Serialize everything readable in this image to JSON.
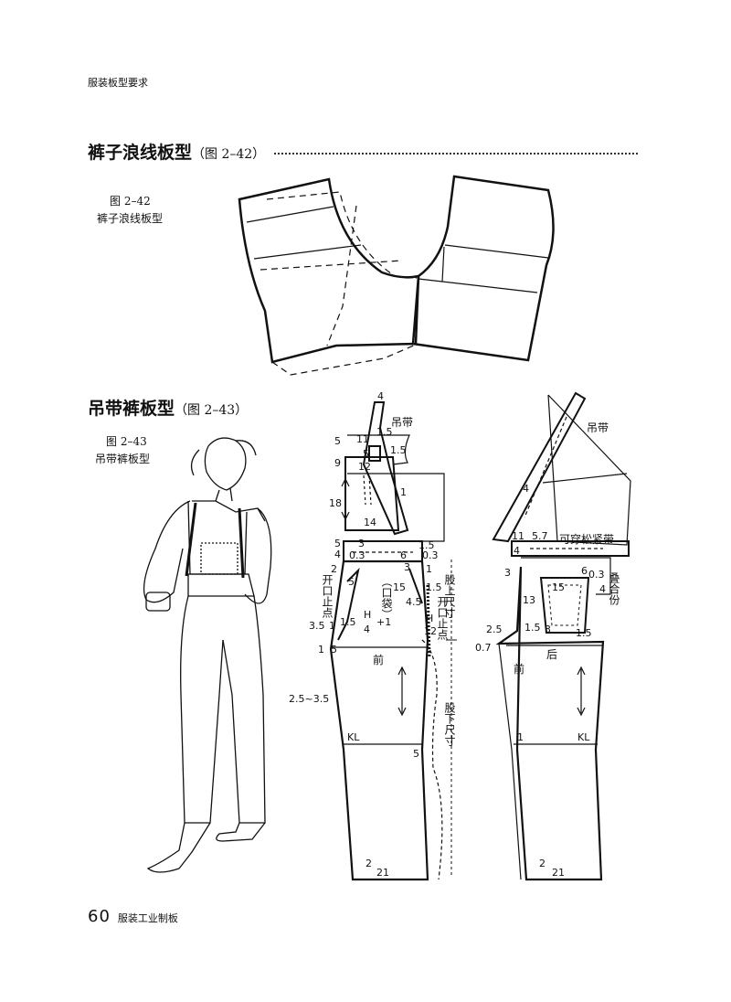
{
  "header": {
    "running_title": "服装板型要求"
  },
  "section1": {
    "title": "裤子浪线板型",
    "ref": "（图 2–42）"
  },
  "figure1": {
    "caption_num": "图 2–42",
    "caption_title": "裤子浪线板型"
  },
  "section2": {
    "title": "吊带裤板型",
    "ref": "（图 2–43）"
  },
  "figure2": {
    "caption_num": "图 2–43",
    "caption_title": "吊带裤板型",
    "front": {
      "strap": "吊带",
      "n4": "4",
      "n15a": "1.5",
      "n5a": "5",
      "n11": "11",
      "n5b": "5",
      "n15b": "1.5",
      "n9": "9",
      "n12": "12",
      "n18": "18",
      "n1": "1",
      "n14": "14",
      "n5c": "5",
      "n3": "3",
      "n4b": "4",
      "n03": "0.3",
      "n6": "6",
      "n03b": "0.3",
      "n15c": "1.5",
      "open1": "开口止点",
      "n2": "2",
      "n5d": "5",
      "pocket": "（口袋）",
      "n3b": "3",
      "n1b": "1",
      "n15d": "15",
      "n45": "4.5",
      "n15e": "1.5",
      "open2": "开口止点",
      "h4": "H",
      "h4d": "4",
      "h4p": "+1",
      "h12": "H",
      "h12d": "12",
      "n35": "3.5",
      "n1c": "1",
      "n15f": "1.5",
      "n1d": "1",
      "n5e": "5",
      "front": "前",
      "range": "2.5~3.5",
      "kl": "KL",
      "n5f": "5",
      "n2b": "2",
      "n21": "21",
      "rise": "股上尺寸",
      "inseam": "股下尺寸"
    },
    "back": {
      "strap": "吊带",
      "n4": "4",
      "n11": "11",
      "n57": "5.7",
      "elastic": "可穿松紧带",
      "n4b": "4",
      "n3": "3",
      "n6": "6",
      "n03": "0.3",
      "overlap": "叠合份",
      "n4c": "4",
      "n15": "15",
      "n13": "13",
      "n15a": "1.5",
      "n3b": "3",
      "n15b": "1.5",
      "n25": "2.5",
      "n07": "0.7",
      "back": "后",
      "front": "前",
      "n1": "1",
      "kl": "KL",
      "n2": "2",
      "n21": "21"
    }
  },
  "footer": {
    "page_number": "60",
    "book_title": "服装工业制板"
  }
}
